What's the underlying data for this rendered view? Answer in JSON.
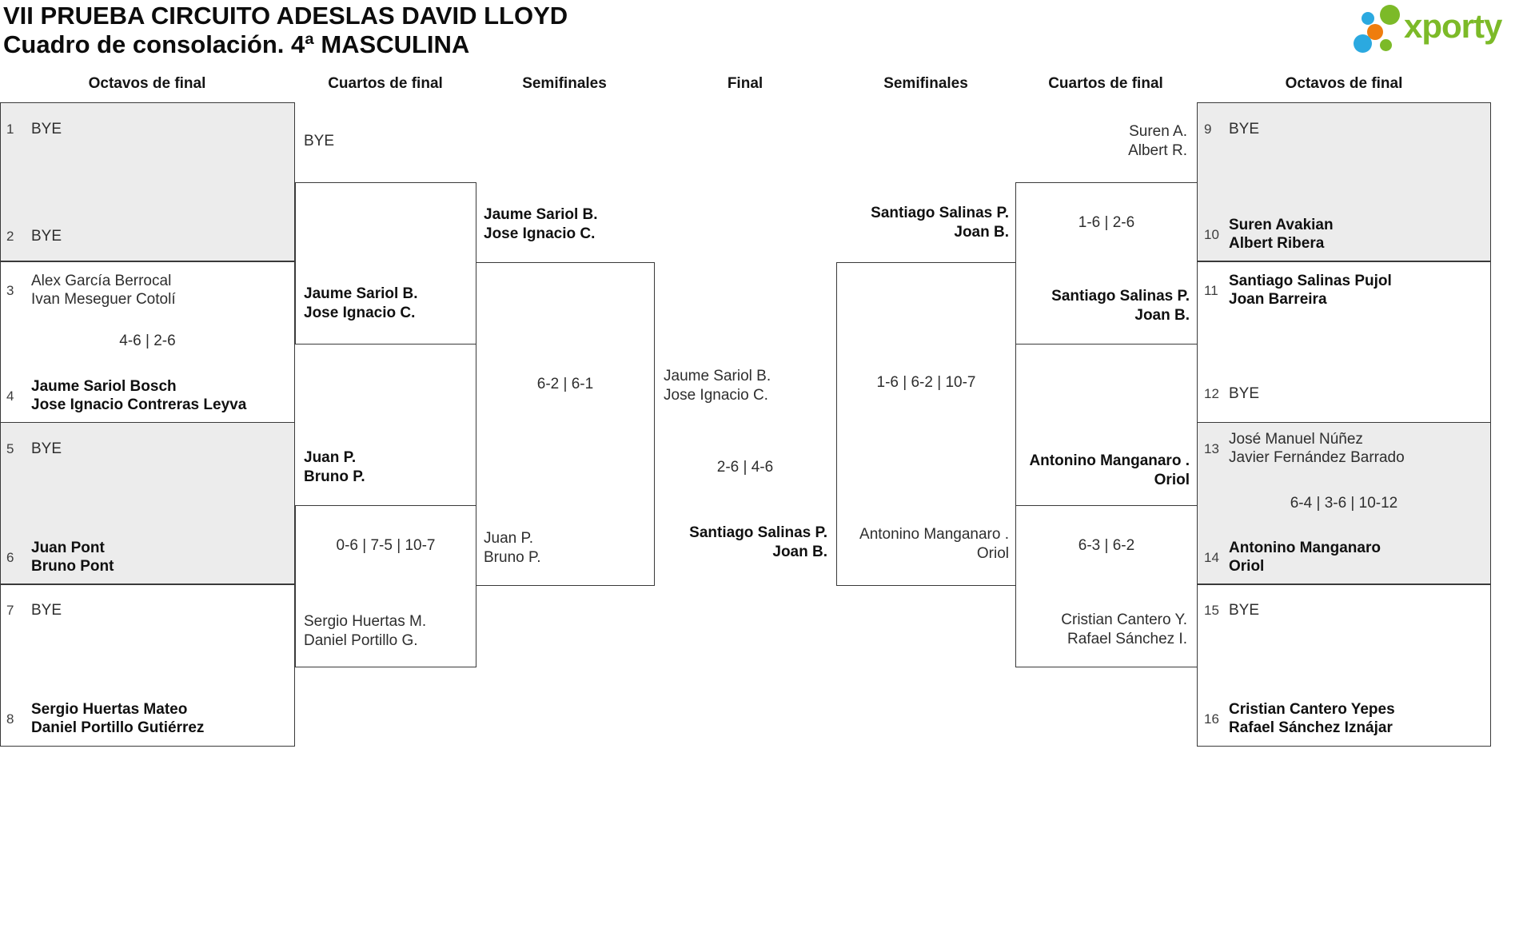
{
  "header": {
    "title_line1": "VII PRUEBA CIRCUITO ADESLAS DAVID LLOYD",
    "title_line2": "Cuadro de consolación. 4ª MASCULINA"
  },
  "logo": {
    "text": "xporty",
    "green": "#7cba28",
    "blue": "#2ba9e0",
    "orange": "#ef7d0d"
  },
  "round_headers": [
    "Octavos de final",
    "Cuartos de final",
    "Semifinales",
    "Final",
    "Semifinales",
    "Cuartos de final",
    "Octavos de final"
  ],
  "seeds": [
    {
      "num": "1",
      "l1": "BYE",
      "l2": ""
    },
    {
      "num": "2",
      "l1": "BYE",
      "l2": ""
    },
    {
      "num": "3",
      "l1": "Alex García Berrocal",
      "l2": "Ivan Meseguer Cotolí"
    },
    {
      "num": "4",
      "l1": "Jaume Sariol Bosch",
      "l2": "Jose Ignacio Contreras Leyva"
    },
    {
      "num": "5",
      "l1": "BYE",
      "l2": ""
    },
    {
      "num": "6",
      "l1": "Juan Pont",
      "l2": "Bruno Pont"
    },
    {
      "num": "7",
      "l1": "BYE",
      "l2": ""
    },
    {
      "num": "8",
      "l1": "Sergio Huertas Mateo",
      "l2": "Daniel Portillo Gutiérrez"
    },
    {
      "num": "9",
      "l1": "BYE",
      "l2": ""
    },
    {
      "num": "10",
      "l1": "Suren Avakian",
      "l2": "Albert Ribera"
    },
    {
      "num": "11",
      "l1": "Santiago Salinas Pujol",
      "l2": "Joan Barreira"
    },
    {
      "num": "12",
      "l1": "BYE",
      "l2": ""
    },
    {
      "num": "13",
      "l1": "José Manuel Núñez",
      "l2": "Javier Fernández Barrado"
    },
    {
      "num": "14",
      "l1": "Antonino Manganaro",
      "l2": "Oriol"
    },
    {
      "num": "15",
      "l1": "BYE",
      "l2": ""
    },
    {
      "num": "16",
      "l1": "Cristian Cantero Yepes",
      "l2": "Rafael Sánchez Iznájar"
    }
  ],
  "labels": {
    "qfL1_a": {
      "l1": "BYE",
      "l2": ""
    },
    "qfL1_b": {
      "l1": "Jaume Sariol B.",
      "l2": "Jose Ignacio C."
    },
    "qfL2_a": {
      "l1": "Juan P.",
      "l2": "Bruno P."
    },
    "qfL2_b": {
      "l1": "Sergio Huertas M.",
      "l2": "Daniel Portillo G."
    },
    "sfL_a": {
      "l1": "Jaume Sariol B.",
      "l2": "Jose Ignacio C."
    },
    "sfL_b": {
      "l1": "Juan P.",
      "l2": "Bruno P."
    },
    "final_a": {
      "l1": "Jaume Sariol B.",
      "l2": "Jose Ignacio C."
    },
    "final_b": {
      "l1": "Santiago Salinas P.",
      "l2": "Joan B."
    },
    "sfR_a": {
      "l1": "Santiago Salinas P.",
      "l2": "Joan B."
    },
    "sfR_b": {
      "l1": "Antonino Manganaro .",
      "l2": "Oriol"
    },
    "qfR1_a": {
      "l1": "Suren A.",
      "l2": "Albert R."
    },
    "qfR1_b": {
      "l1": "Santiago Salinas P.",
      "l2": "Joan B."
    },
    "qfR2_a": {
      "l1": "Antonino Manganaro .",
      "l2": "Oriol"
    },
    "qfR2_b": {
      "l1": "Cristian Cantero Y.",
      "l2": "Rafael Sánchez I."
    }
  },
  "scores": {
    "oct_left_m2": "4-6 | 2-6",
    "oct_right_m7": "6-4 | 3-6 | 10-12",
    "qfL2": "0-6 | 7-5 | 10-7",
    "qfR1": "1-6 | 2-6",
    "qfR2": "6-3 | 6-2",
    "sfL": "6-2 | 6-1",
    "sfR": "1-6 | 6-2 | 10-7",
    "final": "2-6 | 4-6"
  }
}
